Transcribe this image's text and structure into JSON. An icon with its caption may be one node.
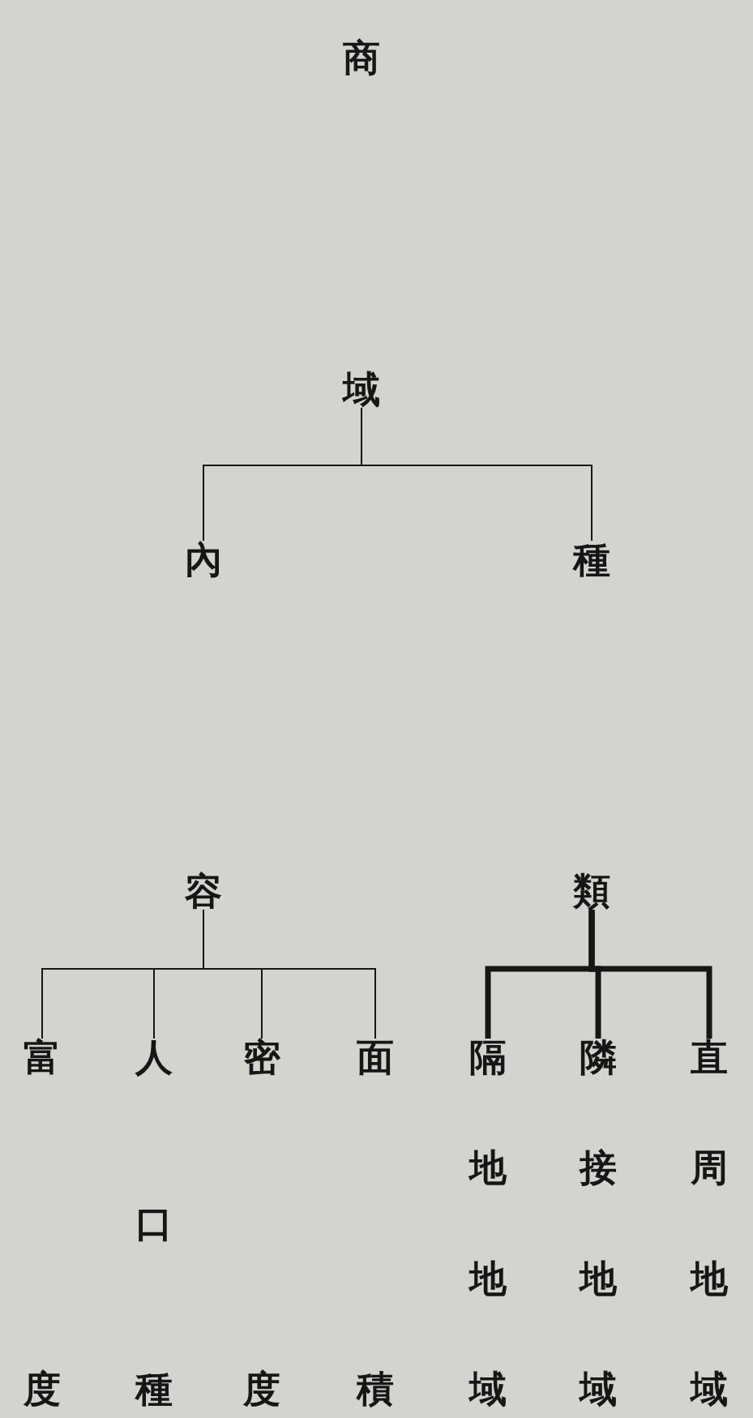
{
  "diagram": {
    "nodes": [
      {
        "text": [
          "商",
          "域"
        ]
      },
      {
        "text": [
          "內",
          "容"
        ]
      },
      {
        "text": [
          "種",
          "類"
        ]
      },
      {
        "text": [
          "富",
          "度"
        ]
      },
      {
        "text": [
          "人",
          "口",
          "種"
        ]
      },
      {
        "text": [
          "密",
          "度"
        ]
      },
      {
        "text": [
          "面",
          "積"
        ]
      },
      {
        "text": [
          "隔",
          "地",
          "地",
          "域"
        ]
      },
      {
        "text": [
          "隣",
          "接",
          "地",
          "域"
        ]
      },
      {
        "text": [
          "直",
          "周",
          "地",
          "域"
        ]
      }
    ],
    "edges": [
      {
        "from": 0,
        "to": 1,
        "arrow": "none"
      },
      {
        "from": 0,
        "to": 2,
        "arrow": "none"
      },
      {
        "from": 1,
        "to": 3,
        "arrow": "none"
      },
      {
        "from": 1,
        "to": 4,
        "arrow": "none"
      },
      {
        "from": 1,
        "to": 5,
        "arrow": "none"
      },
      {
        "from": 1,
        "to": 6,
        "arrow": "none"
      },
      {
        "from": 2,
        "to": 7,
        "arrow": "none",
        "style": "thick"
      },
      {
        "from": 2,
        "to": 8,
        "arrow": "none",
        "style": "thick"
      },
      {
        "from": 2,
        "to": 9,
        "arrow": "none",
        "style": "thick"
      }
    ]
  }
}
